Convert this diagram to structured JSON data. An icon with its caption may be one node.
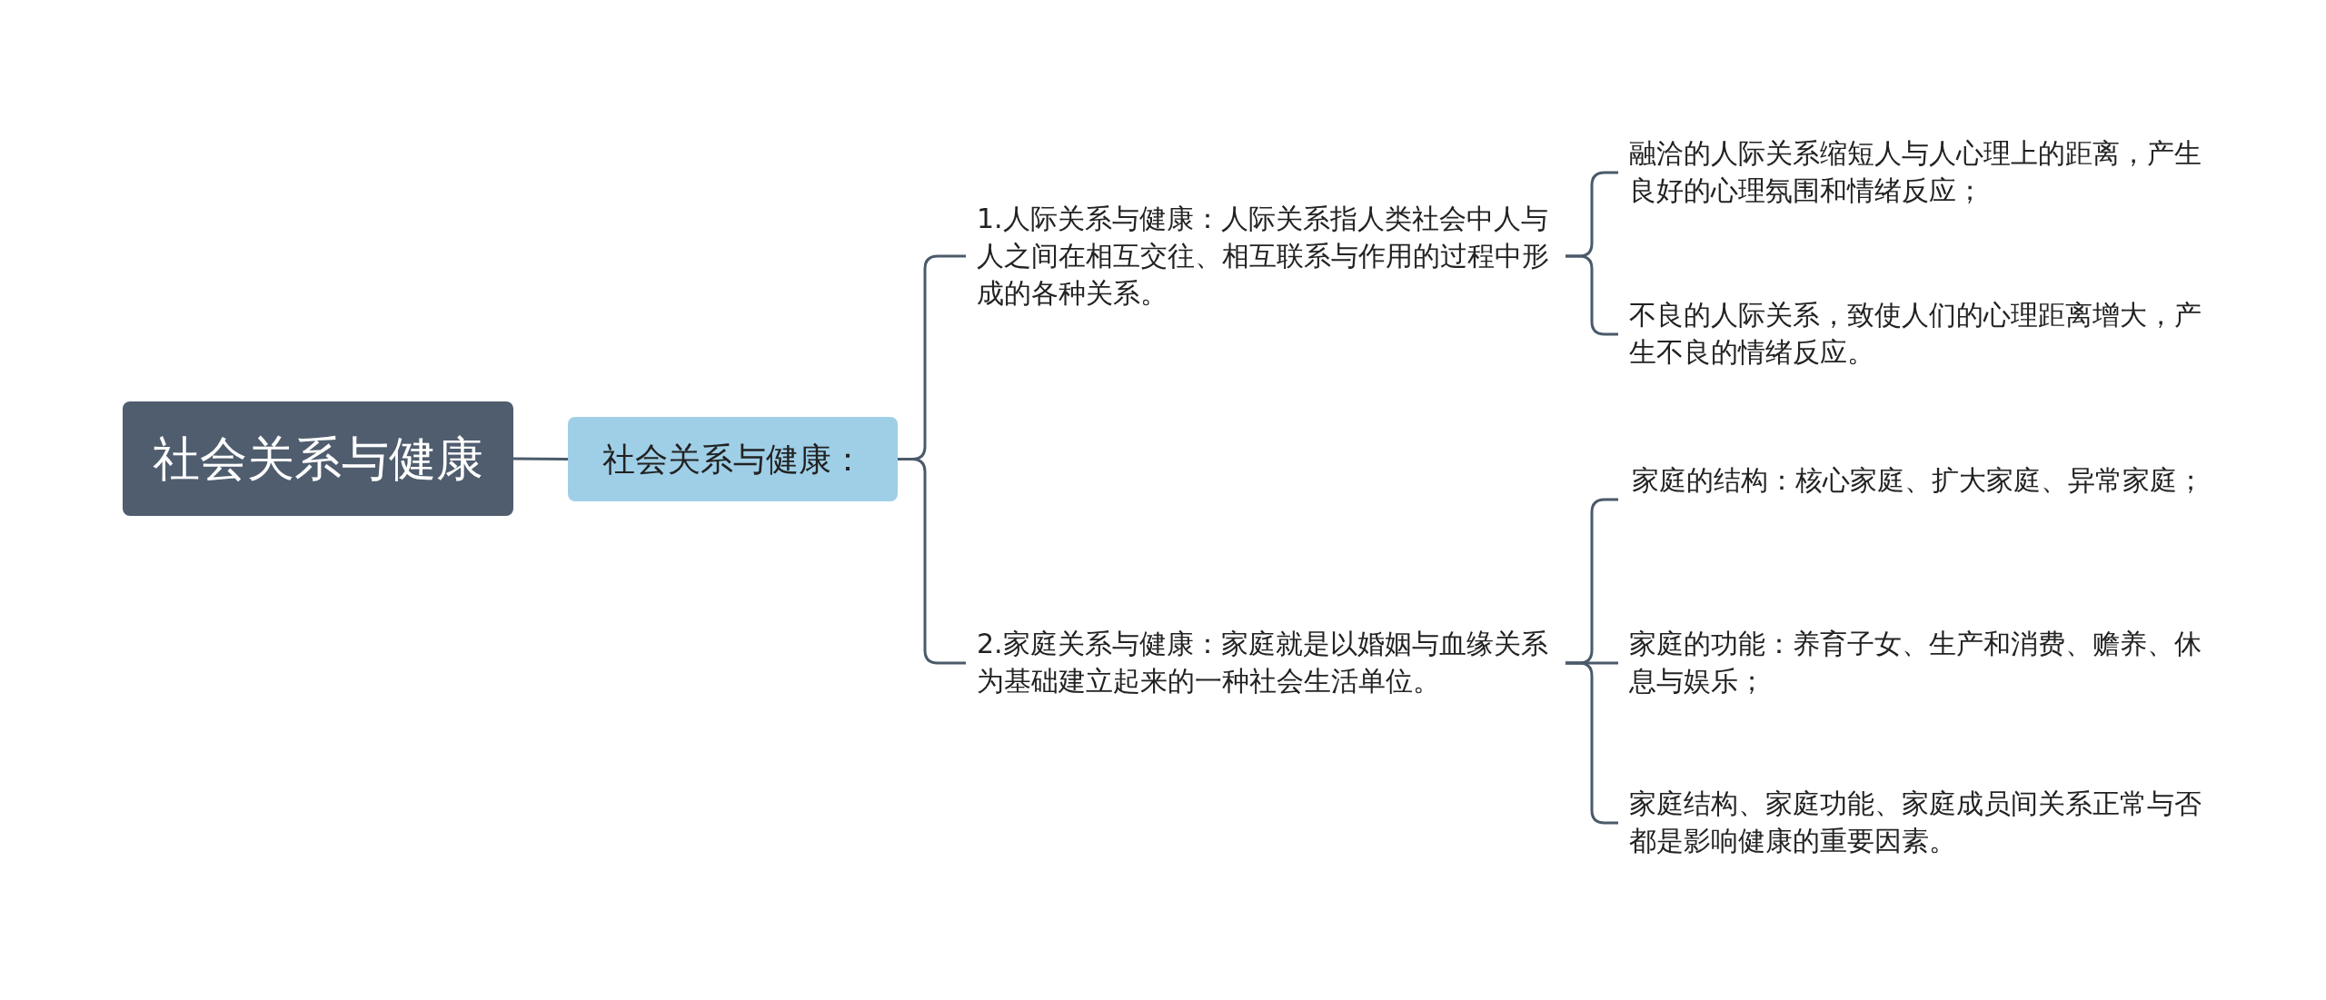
{
  "diagram": {
    "nodes": [
      {
        "text": [
          "社会关系与健康"
        ]
      },
      {
        "text": [
          "社会关系与健康："
        ]
      },
      {
        "text": [
          "1.人际关系与健康：人际关系指人类社会中人与人之间在相互交往、相互联系与作用的过程中形成的各种关系。"
        ]
      },
      {
        "text": [
          "2.家庭关系与健康：家庭就是以婚姻与血缘关系为基础建立起来的一种社会生活单位。"
        ]
      },
      {
        "text": [
          "融洽的人际关系缩短人与人心理上的距离，产生良好的心理氛围和情绪反应；"
        ]
      },
      {
        "text": [
          "不良的人际关系，致使人们的心理距离增大，产生不良的情绪反应。"
        ]
      },
      {
        "text": [
          "家庭的结构：核心家庭、扩大家庭、异常家庭；"
        ]
      },
      {
        "text": [
          "家庭的功能：养育子女、生产和消费、赡养、休息与娱乐；"
        ]
      },
      {
        "text": [
          "家庭结构、家庭功能、家庭成员间关系正常与否都是影响健康的重要因素。"
        ]
      }
    ],
    "edges": [
      {
        "from": 0,
        "to": 1,
        "arrow": "none"
      },
      {
        "from": 1,
        "to": 2,
        "arrow": "none"
      },
      {
        "from": 1,
        "to": 3,
        "arrow": "none"
      },
      {
        "from": 2,
        "to": 4,
        "arrow": "none"
      },
      {
        "from": 2,
        "to": 5,
        "arrow": "none"
      },
      {
        "from": 3,
        "to": 6,
        "arrow": "none"
      },
      {
        "from": 3,
        "to": 7,
        "arrow": "none"
      },
      {
        "from": 3,
        "to": 8,
        "arrow": "none"
      }
    ]
  }
}
